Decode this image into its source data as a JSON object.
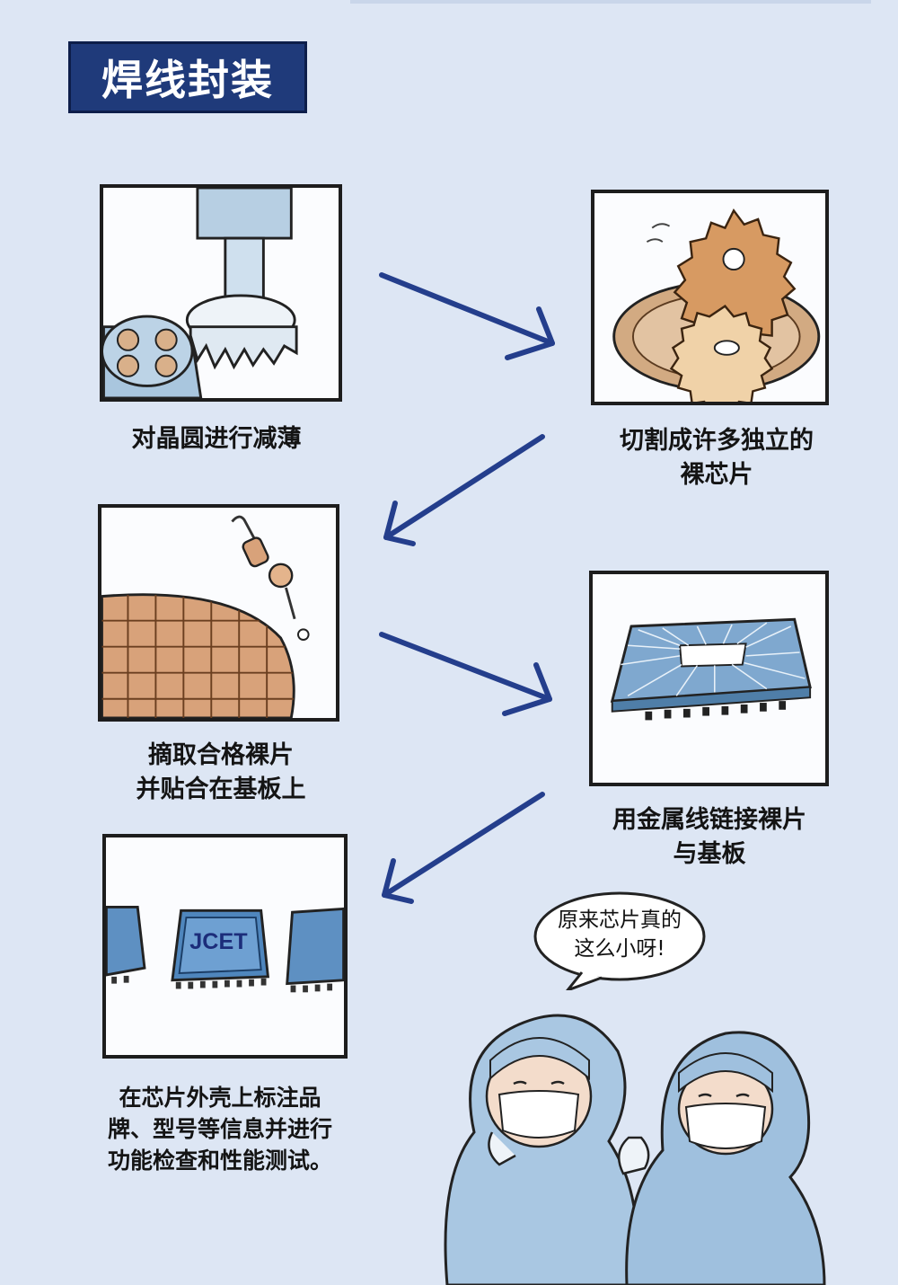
{
  "title": "焊线封装",
  "steps": [
    {
      "lines": [
        "对晶圆进行减薄"
      ]
    },
    {
      "lines": [
        "切割成许多独立的",
        "裸芯片"
      ]
    },
    {
      "lines": [
        "摘取合格裸片",
        "并贴合在基板上"
      ]
    },
    {
      "lines": [
        "用金属线链接裸片",
        "与基板"
      ]
    },
    {
      "lines": [
        "在芯片外壳上标注品",
        "牌、型号等信息并进行",
        "功能检查和性能测试。"
      ]
    }
  ],
  "chip_logo": "JCET",
  "speech": {
    "lines": [
      "原来芯片真的",
      "这么小呀!"
    ]
  },
  "colors": {
    "title_bg": "#1f3a7a",
    "arrow": "#243e8c",
    "background": "#dde6f4"
  },
  "icons": [
    "grinding-wheel-icon",
    "saw-blade-icon",
    "pick-arm-icon",
    "wire-bond-chip-icon",
    "packaged-chip-icon",
    "arrow-icon",
    "speech-bubble-icon",
    "cleanroom-workers-icon"
  ]
}
